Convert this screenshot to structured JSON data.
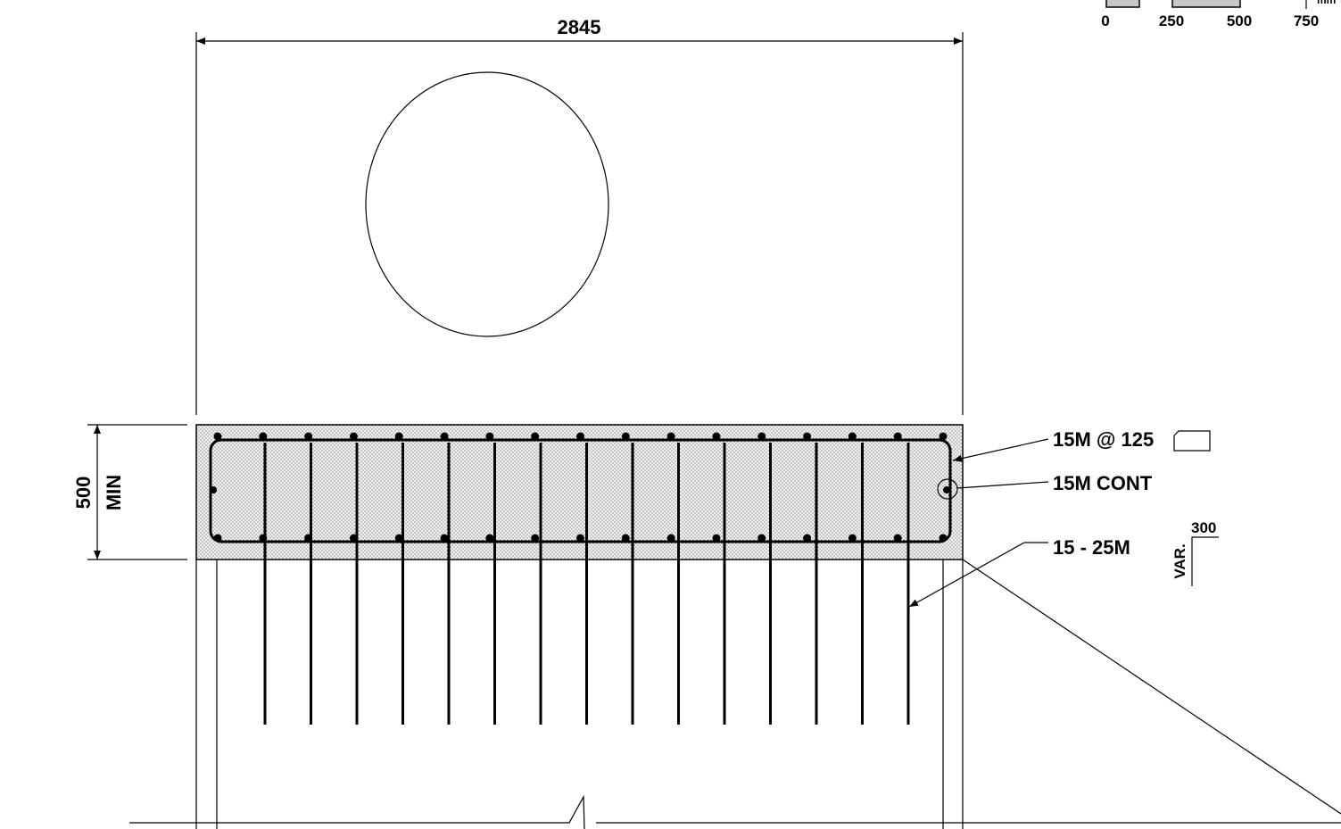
{
  "dimensions": {
    "width": "2845",
    "depth_value": "500",
    "depth_note": "MIN"
  },
  "callouts": {
    "stirrups": "15M @ 125",
    "longitudinal": "15M CONT",
    "dowels": "15 - 25M"
  },
  "variable_note": {
    "value": "300",
    "label": "VAR."
  },
  "scale_bar": {
    "ticks": [
      "0",
      "250",
      "500",
      "750"
    ],
    "unit": "mm"
  }
}
